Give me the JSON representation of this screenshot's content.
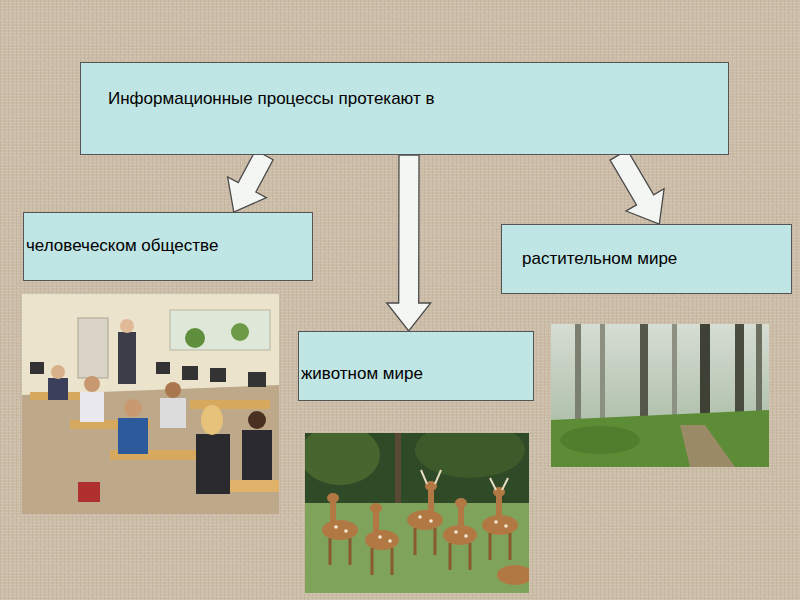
{
  "diagram": {
    "nodes": [
      {
        "text": [
          "Информационные процессы протекают в"
        ]
      },
      {
        "text": [
          "человеческом обществе"
        ]
      },
      {
        "text": [
          "животном мире"
        ]
      },
      {
        "text": [
          "растительном мире"
        ]
      }
    ],
    "edges": [
      {
        "from": 0,
        "to": 1,
        "arrow": "to"
      },
      {
        "from": 0,
        "to": 2,
        "arrow": "to"
      },
      {
        "from": 0,
        "to": 3,
        "arrow": "to"
      }
    ]
  }
}
